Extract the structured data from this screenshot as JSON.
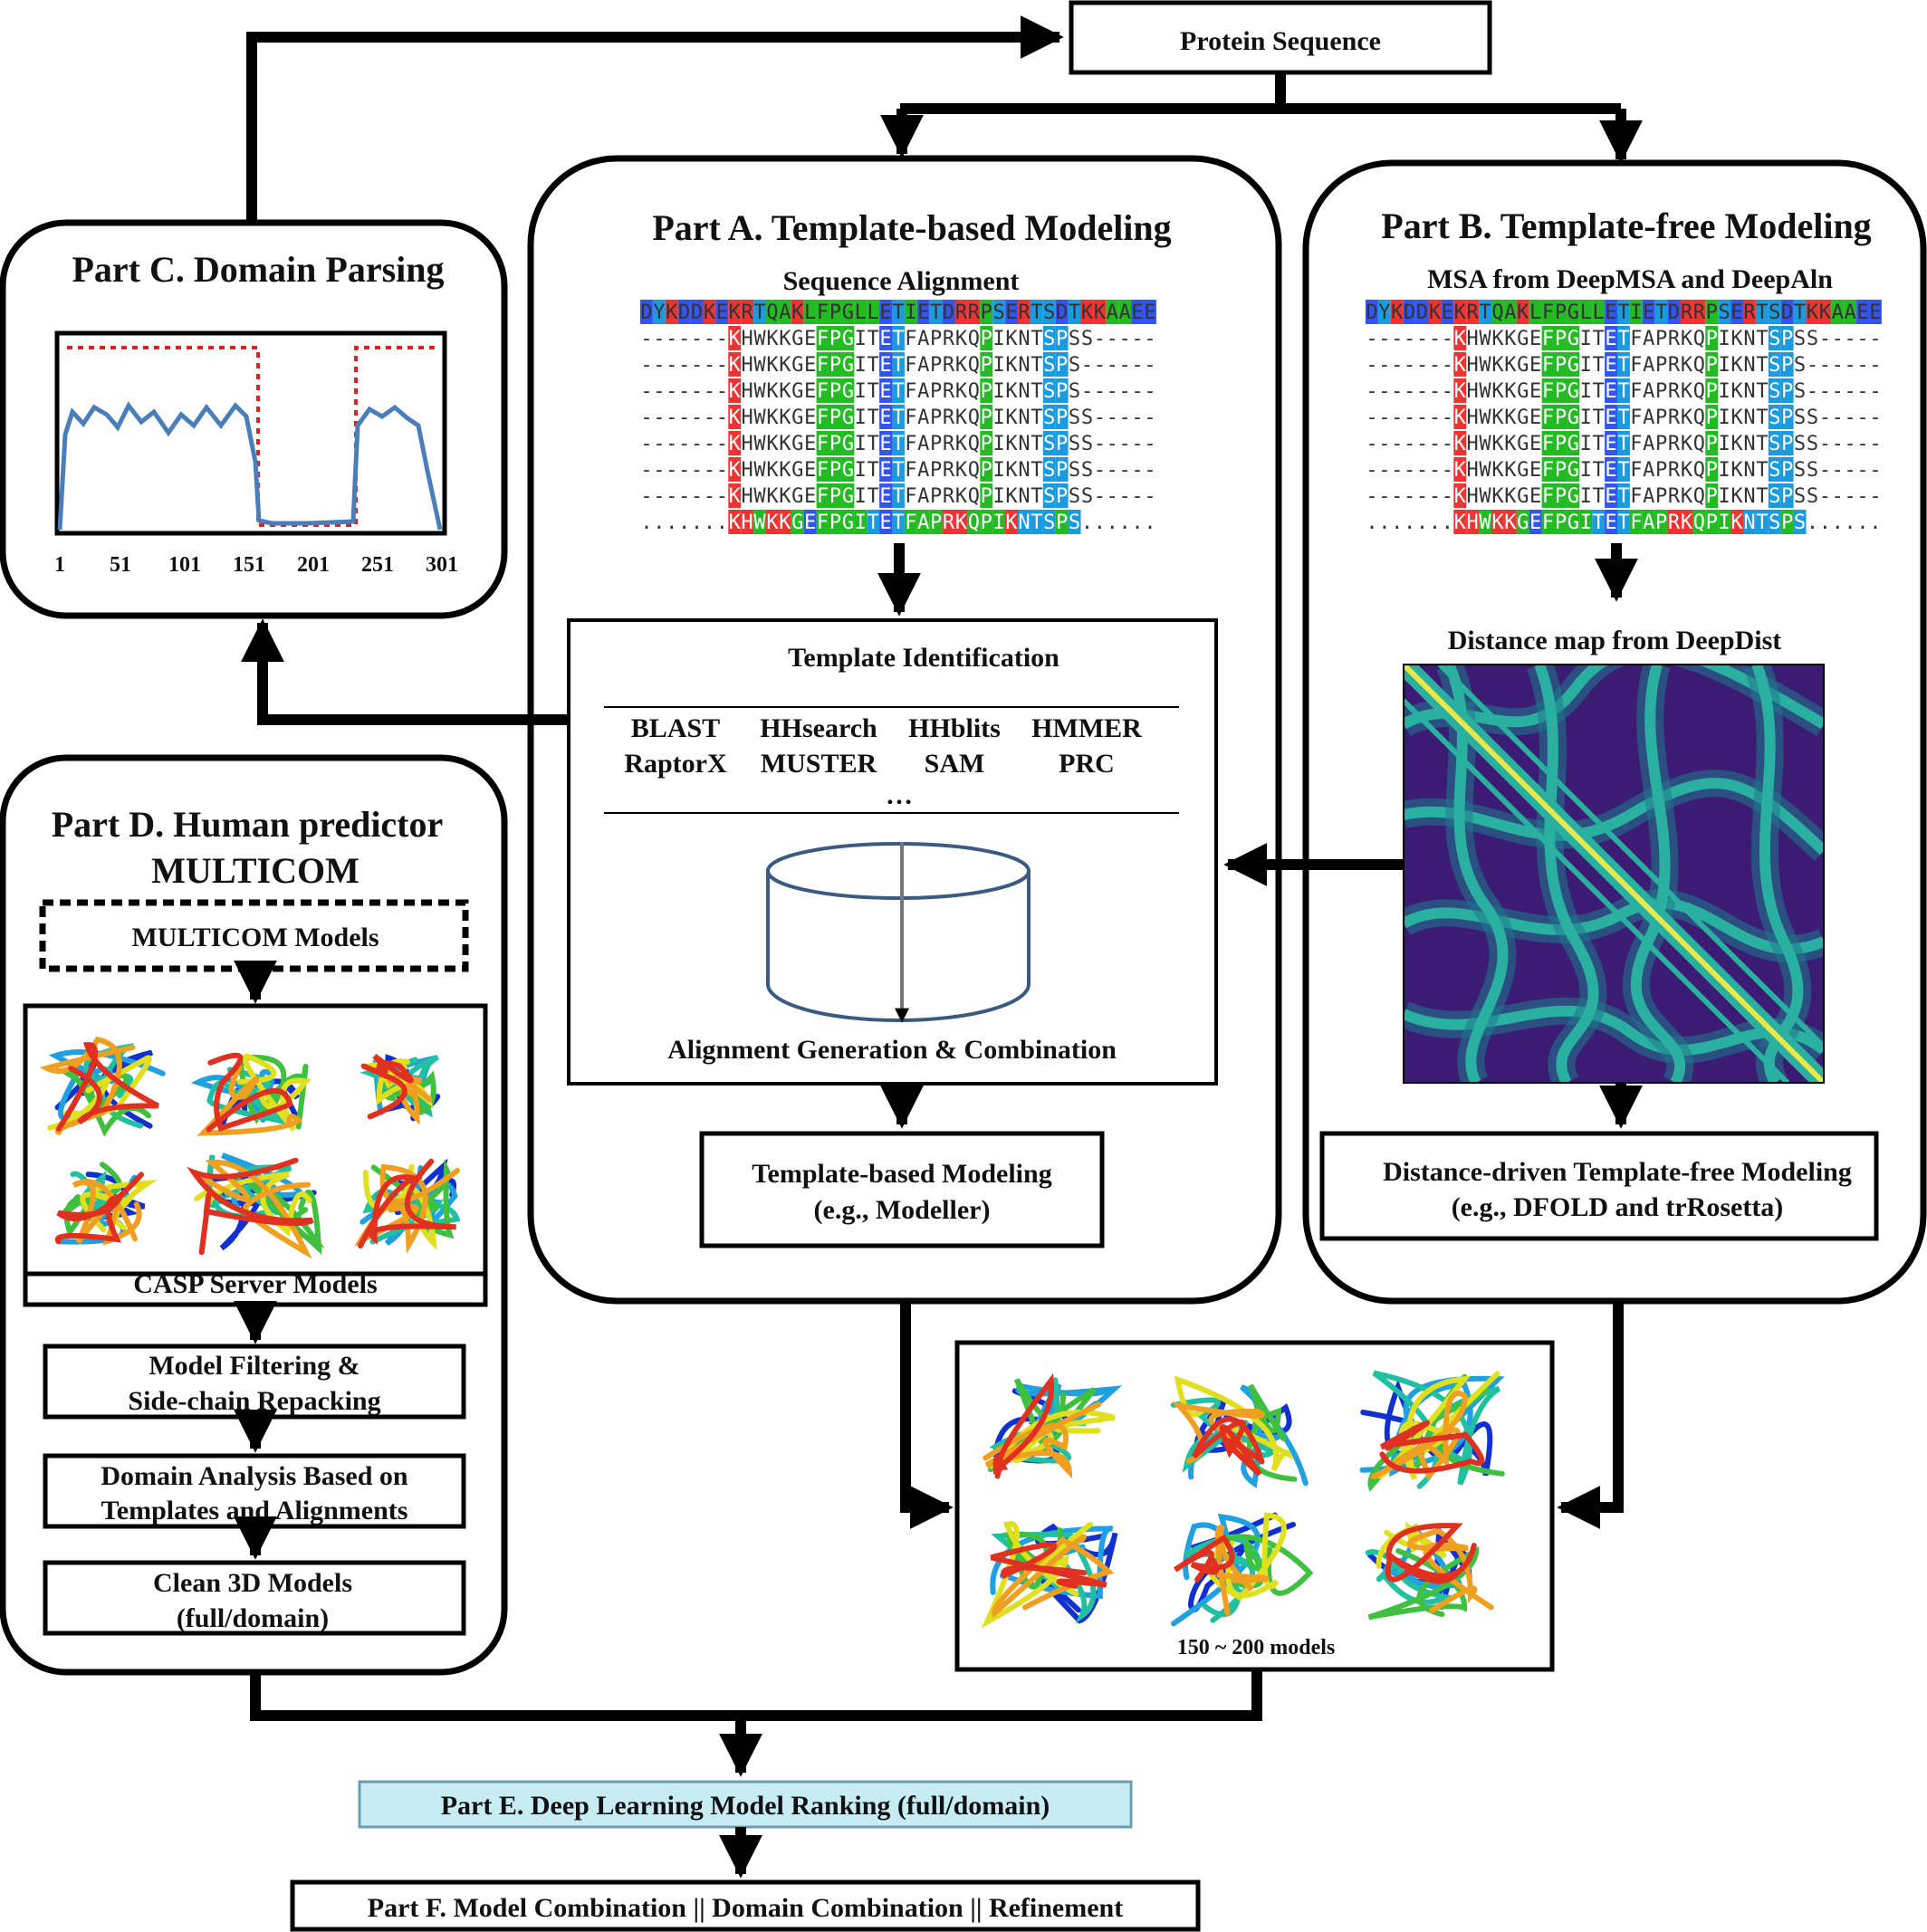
{
  "protein_sequence": "Protein Sequence",
  "part_a": {
    "title": "Part A. Template-based Modeling",
    "alignment_title": "Sequence Alignment",
    "template_identification": "Template Identification",
    "tools_row1": [
      "BLAST",
      "HHsearch",
      "HHblits",
      "HMMER"
    ],
    "tools_row2": [
      "RaptorX",
      "MUSTER",
      "SAM",
      "PRC"
    ],
    "ellipsis": "…",
    "alignment_generation": "Alignment Generation & Combination",
    "tbm_line1": "Template-based Modeling",
    "tbm_line2": "(e.g., Modeller)"
  },
  "part_b": {
    "title": "Part B. Template-free Modeling",
    "msa_title": "MSA from DeepMSA and DeepAln",
    "distance_map_title": "Distance map from DeepDist",
    "fm_line1": "Distance-driven Template-free Modeling",
    "fm_line2": "(e.g., DFOLD and trRosetta)"
  },
  "part_c": {
    "title": "Part C. Domain Parsing",
    "ticks": [
      "1",
      "51",
      "101",
      "151",
      "201",
      "251",
      "301"
    ]
  },
  "part_d": {
    "title_line1": "Part D. Human predictor",
    "title_line2": "MULTICOM",
    "multicom_models": "MULTICOM Models",
    "casp_server_models": "CASP Server Models",
    "filtering_line1": "Model Filtering &",
    "filtering_line2": "Side-chain Repacking",
    "domain_line1": "Domain Analysis Based on",
    "domain_line2": "Templates and Alignments",
    "clean_line1": "Clean 3D Models",
    "clean_line2": "(full/domain)"
  },
  "models_caption": "150 ~ 200 models",
  "part_e": "Part E. Deep Learning Model Ranking (full/domain)",
  "part_f": "Part F. Model Combination || Domain Combination || Refinement",
  "alignment": {
    "query": "DYKDDKEKRTQAKLFPGLLETIETDRRPSERTSDTKKAAEE",
    "rows": [
      "-------KHWKKGEFPGITETFAPRKQPIKNTSPSS-----",
      "-------KHWKKGEFPGITETFAPRKQPIKNTSPS------",
      "-------KHWKKGEFPGITETFAPRKQPIKNTSPS------",
      "-------KHWKKGEFPGITETFAPRKQPIKNTSPSS-----",
      "-------KHWKKGEFPGITETFAPRKQPIKNTSPSS-----",
      "-------KHWKKGEFPGITETFAPRKQPIKNTSPSS-----",
      "-------KHWKKGEFPGITETFAPRKQPIKNTSPSS-----",
      ".......KHWKKGEFPGITETFAPRKQPIKNTSPS......"
    ]
  },
  "colors": {
    "domain_line": "#4a7ebb",
    "domain_cut": "#e02020",
    "heatmap_bg": "#3b1b73",
    "heatmap_ridge": "#2ab0a0",
    "diagonal": "#e8e84a",
    "part_e_fill": "#c8ecf4"
  }
}
